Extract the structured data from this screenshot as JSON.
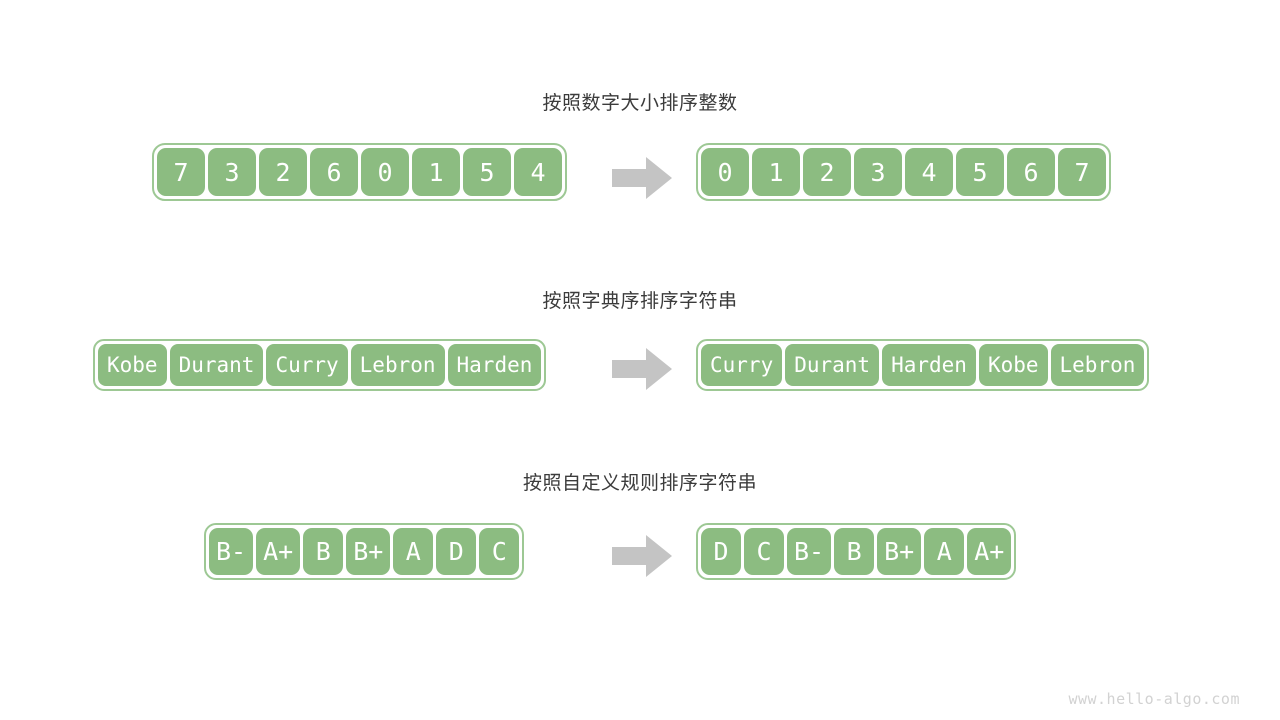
{
  "page": {
    "background": "#ffffff",
    "watermark": "www.hello-algo.com"
  },
  "colors": {
    "cell_fill": "#8cbc81",
    "container_border": "#9dc894",
    "cell_text": "#ffffff",
    "title_text": "#3b3b3b",
    "arrow": "#c4c4c4",
    "watermark_text": "#d2d2d2"
  },
  "sections": [
    {
      "id": "sort-integers",
      "title": "按照数字大小排序整数",
      "arrow_icon": "right-arrow-icon",
      "input": {
        "label": "unsorted-array",
        "items": [
          "7",
          "3",
          "2",
          "6",
          "0",
          "1",
          "5",
          "4"
        ]
      },
      "output": {
        "label": "sorted-array",
        "items": [
          "0",
          "1",
          "2",
          "3",
          "4",
          "5",
          "6",
          "7"
        ]
      }
    },
    {
      "id": "sort-strings-lexicographic",
      "title": "按照字典序排序字符串",
      "arrow_icon": "right-arrow-icon",
      "input": {
        "label": "unsorted-array",
        "items": [
          "Kobe",
          "Durant",
          "Curry",
          "Lebron",
          "Harden"
        ]
      },
      "output": {
        "label": "sorted-array",
        "items": [
          "Curry",
          "Durant",
          "Harden",
          "Kobe",
          "Lebron"
        ]
      }
    },
    {
      "id": "sort-strings-custom-rule",
      "title": "按照自定义规则排序字符串",
      "arrow_icon": "right-arrow-icon",
      "input": {
        "label": "unsorted-array",
        "items": [
          "B-",
          "A+",
          "B",
          "B+",
          "A",
          "D",
          "C"
        ]
      },
      "output": {
        "label": "sorted-array",
        "items": [
          "D",
          "C",
          "B-",
          "B",
          "B+",
          "A",
          "A+"
        ]
      }
    }
  ]
}
